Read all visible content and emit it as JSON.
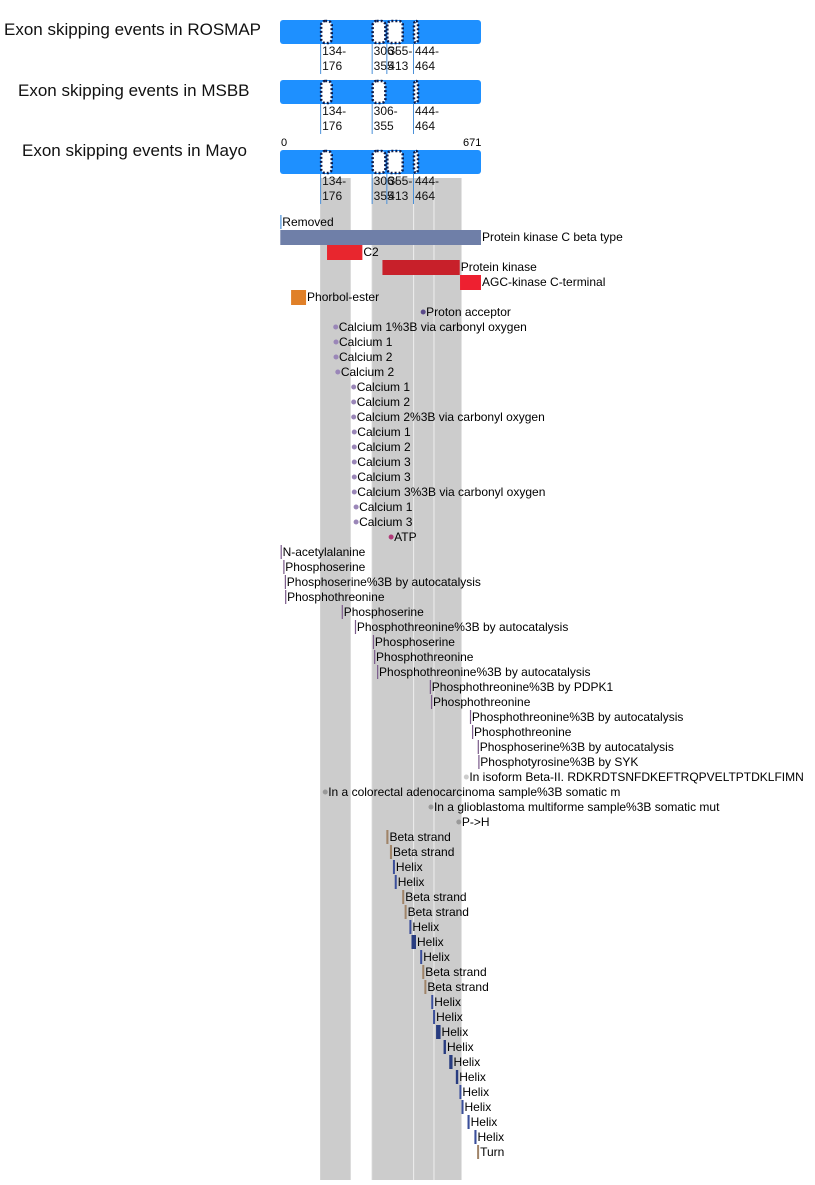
{
  "colors": {
    "bar": "#1e90ff",
    "exon_border": "#0b1a4a",
    "band": "#cccccc",
    "band_edge": "#eeeeee",
    "tick": "#4a90d9",
    "label": "#000000"
  },
  "protein_length": 671,
  "axis": {
    "min_label": "0",
    "max_label": "671"
  },
  "datasets": [
    {
      "title": "Exon skipping events in ROSMAP",
      "exons": [
        {
          "start": 134,
          "end": 176,
          "label": [
            "134-",
            "176"
          ]
        },
        {
          "start": 306,
          "end": 355,
          "label": [
            "306-",
            "355"
          ]
        },
        {
          "start": 355,
          "end": 413,
          "label": [
            "355-",
            "413"
          ]
        },
        {
          "start": 444,
          "end": 464,
          "label": [
            "444-",
            "464"
          ]
        }
      ]
    },
    {
      "title": "Exon skipping events in MSBB",
      "exons": [
        {
          "start": 134,
          "end": 176,
          "label": [
            "134-",
            "176"
          ]
        },
        {
          "start": 306,
          "end": 355,
          "label": [
            "306-",
            "355"
          ]
        },
        {
          "start": 444,
          "end": 464,
          "label": [
            "444-",
            "464"
          ]
        }
      ]
    },
    {
      "title": "Exon skipping events in Mayo",
      "exons": [
        {
          "start": 134,
          "end": 176,
          "label": [
            "134-",
            "176"
          ]
        },
        {
          "start": 306,
          "end": 355,
          "label": [
            "306-",
            "355"
          ]
        },
        {
          "start": 355,
          "end": 413,
          "label": [
            "355-",
            "413"
          ]
        },
        {
          "start": 444,
          "end": 464,
          "label": [
            "444-",
            "464"
          ]
        }
      ]
    }
  ],
  "bands": [
    {
      "start": 134,
      "end": 236
    },
    {
      "start": 306,
      "end": 446
    },
    {
      "start": 446,
      "end": 514
    },
    {
      "start": 514,
      "end": 606
    }
  ],
  "features": [
    {
      "label": "Removed",
      "type": "tick",
      "start": 1,
      "end": 1,
      "color": "#4a90d9"
    },
    {
      "label": "Protein kinase C beta type",
      "type": "bar",
      "start": 1,
      "end": 671,
      "color": "#6f7fa8"
    },
    {
      "label": "C2",
      "type": "bar",
      "start": 157,
      "end": 275,
      "color": "#e8262e"
    },
    {
      "label": "Protein kinase",
      "type": "bar",
      "start": 342,
      "end": 600,
      "color": "#c8202a"
    },
    {
      "label": "AGC-kinase C-terminal",
      "type": "bar",
      "start": 601,
      "end": 671,
      "color": "#ee2030"
    },
    {
      "label": "Phorbol-ester",
      "type": "bar",
      "start": 37,
      "end": 87,
      "color": "#e08028"
    },
    {
      "label": "Proton acceptor",
      "type": "dot",
      "start": 478,
      "end": 478,
      "color": "#5a4a8a"
    },
    {
      "label": "Calcium 1%3B via carbonyl oxygen",
      "type": "dot",
      "start": 186,
      "end": 186,
      "color": "#9a86b8"
    },
    {
      "label": "Calcium 1",
      "type": "dot",
      "start": 187,
      "end": 187,
      "color": "#9a86b8"
    },
    {
      "label": "Calcium 2",
      "type": "dot",
      "start": 187,
      "end": 187,
      "color": "#9a86b8"
    },
    {
      "label": "Calcium 2",
      "type": "dot",
      "start": 193,
      "end": 193,
      "color": "#9a86b8"
    },
    {
      "label": "Calcium 1",
      "type": "dot",
      "start": 246,
      "end": 246,
      "color": "#9a86b8"
    },
    {
      "label": "Calcium 2",
      "type": "dot",
      "start": 246,
      "end": 246,
      "color": "#9a86b8"
    },
    {
      "label": "Calcium 2%3B via carbonyl oxygen",
      "type": "dot",
      "start": 246,
      "end": 246,
      "color": "#9a86b8"
    },
    {
      "label": "Calcium 1",
      "type": "dot",
      "start": 248,
      "end": 248,
      "color": "#9a86b8"
    },
    {
      "label": "Calcium 2",
      "type": "dot",
      "start": 248,
      "end": 248,
      "color": "#9a86b8"
    },
    {
      "label": "Calcium 3",
      "type": "dot",
      "start": 248,
      "end": 248,
      "color": "#9a86b8"
    },
    {
      "label": "Calcium 3",
      "type": "dot",
      "start": 248,
      "end": 248,
      "color": "#9a86b8"
    },
    {
      "label": "Calcium 3%3B via carbonyl oxygen",
      "type": "dot",
      "start": 248,
      "end": 248,
      "color": "#9a86b8"
    },
    {
      "label": "Calcium 1",
      "type": "dot",
      "start": 254,
      "end": 254,
      "color": "#9a86b8"
    },
    {
      "label": "Calcium 3",
      "type": "dot",
      "start": 254,
      "end": 254,
      "color": "#9a86b8"
    },
    {
      "label": "ATP",
      "type": "dot",
      "start": 371,
      "end": 371,
      "color": "#b03a78"
    },
    {
      "label": "N-acetylalanine",
      "type": "tick",
      "start": 2,
      "end": 2,
      "color": "#7a5a8a"
    },
    {
      "label": "Phosphoserine",
      "type": "tick",
      "start": 11,
      "end": 11,
      "color": "#7a5a8a"
    },
    {
      "label": "Phosphoserine%3B by autocatalysis",
      "type": "tick",
      "start": 16,
      "end": 16,
      "color": "#7a5a8a"
    },
    {
      "label": "Phosphothreonine",
      "type": "tick",
      "start": 17,
      "end": 17,
      "color": "#7a5a8a"
    },
    {
      "label": "Phosphoserine",
      "type": "tick",
      "start": 206,
      "end": 206,
      "color": "#7a5a8a"
    },
    {
      "label": "Phosphothreonine%3B by autocatalysis",
      "type": "tick",
      "start": 250,
      "end": 250,
      "color": "#7a5a8a"
    },
    {
      "label": "Phosphoserine",
      "type": "tick",
      "start": 310,
      "end": 310,
      "color": "#7a5a8a"
    },
    {
      "label": "Phosphothreonine",
      "type": "tick",
      "start": 314,
      "end": 314,
      "color": "#7a5a8a"
    },
    {
      "label": "Phosphothreonine%3B by autocatalysis",
      "type": "tick",
      "start": 324,
      "end": 324,
      "color": "#7a5a8a"
    },
    {
      "label": "Phosphothreonine%3B by PDPK1",
      "type": "tick",
      "start": 500,
      "end": 500,
      "color": "#7a5a8a"
    },
    {
      "label": "Phosphothreonine",
      "type": "tick",
      "start": 504,
      "end": 504,
      "color": "#7a5a8a"
    },
    {
      "label": "Phosphothreonine%3B by autocatalysis",
      "type": "tick",
      "start": 634,
      "end": 634,
      "color": "#7a5a8a"
    },
    {
      "label": "Phosphothreonine",
      "type": "tick",
      "start": 641,
      "end": 641,
      "color": "#7a5a8a"
    },
    {
      "label": "Phosphoserine%3B by autocatalysis",
      "type": "tick",
      "start": 660,
      "end": 660,
      "color": "#7a5a8a"
    },
    {
      "label": "Phosphotyrosine%3B by SYK",
      "type": "tick",
      "start": 662,
      "end": 662,
      "color": "#7a5a8a"
    },
    {
      "label": "In isoform Beta-II. RDKRDTSNFDKEFTRQPVELTPTDKLFIMN",
      "type": "dot",
      "start": 622,
      "end": 622,
      "color": "#cccccc"
    },
    {
      "label": "In a colorectal adenocarcinoma sample%3B somatic m",
      "type": "dot",
      "start": 151,
      "end": 151,
      "color": "#999999"
    },
    {
      "label": "In a glioblastoma multiforme sample%3B somatic mut",
      "type": "dot",
      "start": 504,
      "end": 504,
      "color": "#999999"
    },
    {
      "label": "P->H",
      "type": "dot",
      "start": 597,
      "end": 597,
      "color": "#999999"
    },
    {
      "label": "Beta strand",
      "type": "bar",
      "start": 355,
      "end": 362,
      "color": "#a08468"
    },
    {
      "label": "Beta strand",
      "type": "bar",
      "start": 367,
      "end": 374,
      "color": "#a08468"
    },
    {
      "label": "Helix",
      "type": "bar",
      "start": 377,
      "end": 381,
      "color": "#3a4e9a"
    },
    {
      "label": "Helix",
      "type": "bar",
      "start": 383,
      "end": 388,
      "color": "#3a4e9a"
    },
    {
      "label": "Beta strand",
      "type": "bar",
      "start": 408,
      "end": 414,
      "color": "#a08468"
    },
    {
      "label": "Beta strand",
      "type": "bar",
      "start": 416,
      "end": 422,
      "color": "#a08468"
    },
    {
      "label": "Helix",
      "type": "bar",
      "start": 432,
      "end": 436,
      "color": "#3a4e9a"
    },
    {
      "label": "Helix",
      "type": "bar",
      "start": 439,
      "end": 454,
      "color": "#283c80"
    },
    {
      "label": "Helix",
      "type": "bar",
      "start": 468,
      "end": 474,
      "color": "#3a4e9a"
    },
    {
      "label": "Beta strand",
      "type": "bar",
      "start": 475,
      "end": 479,
      "color": "#a08468"
    },
    {
      "label": "Beta strand",
      "type": "bar",
      "start": 482,
      "end": 486,
      "color": "#a08468"
    },
    {
      "label": "Helix",
      "type": "bar",
      "start": 505,
      "end": 509,
      "color": "#3a4e9a"
    },
    {
      "label": "Helix",
      "type": "bar",
      "start": 511,
      "end": 516,
      "color": "#3a4e9a"
    },
    {
      "label": "Helix",
      "type": "bar",
      "start": 521,
      "end": 536,
      "color": "#283c80"
    },
    {
      "label": "Helix",
      "type": "bar",
      "start": 546,
      "end": 554,
      "color": "#283c80"
    },
    {
      "label": "Helix",
      "type": "bar",
      "start": 565,
      "end": 576,
      "color": "#283c80"
    },
    {
      "label": "Helix",
      "type": "bar",
      "start": 587,
      "end": 595,
      "color": "#283c80"
    },
    {
      "label": "Helix",
      "type": "bar",
      "start": 599,
      "end": 605,
      "color": "#3a4e9a"
    },
    {
      "label": "Helix",
      "type": "bar",
      "start": 606,
      "end": 611,
      "color": "#3a4e9a"
    },
    {
      "label": "Helix",
      "type": "bar",
      "start": 626,
      "end": 633,
      "color": "#3a4e9a"
    },
    {
      "label": "Helix",
      "type": "bar",
      "start": 649,
      "end": 656,
      "color": "#3a4e9a"
    },
    {
      "label": "Turn",
      "type": "bar",
      "start": 658,
      "end": 660,
      "color": "#a08468"
    }
  ]
}
